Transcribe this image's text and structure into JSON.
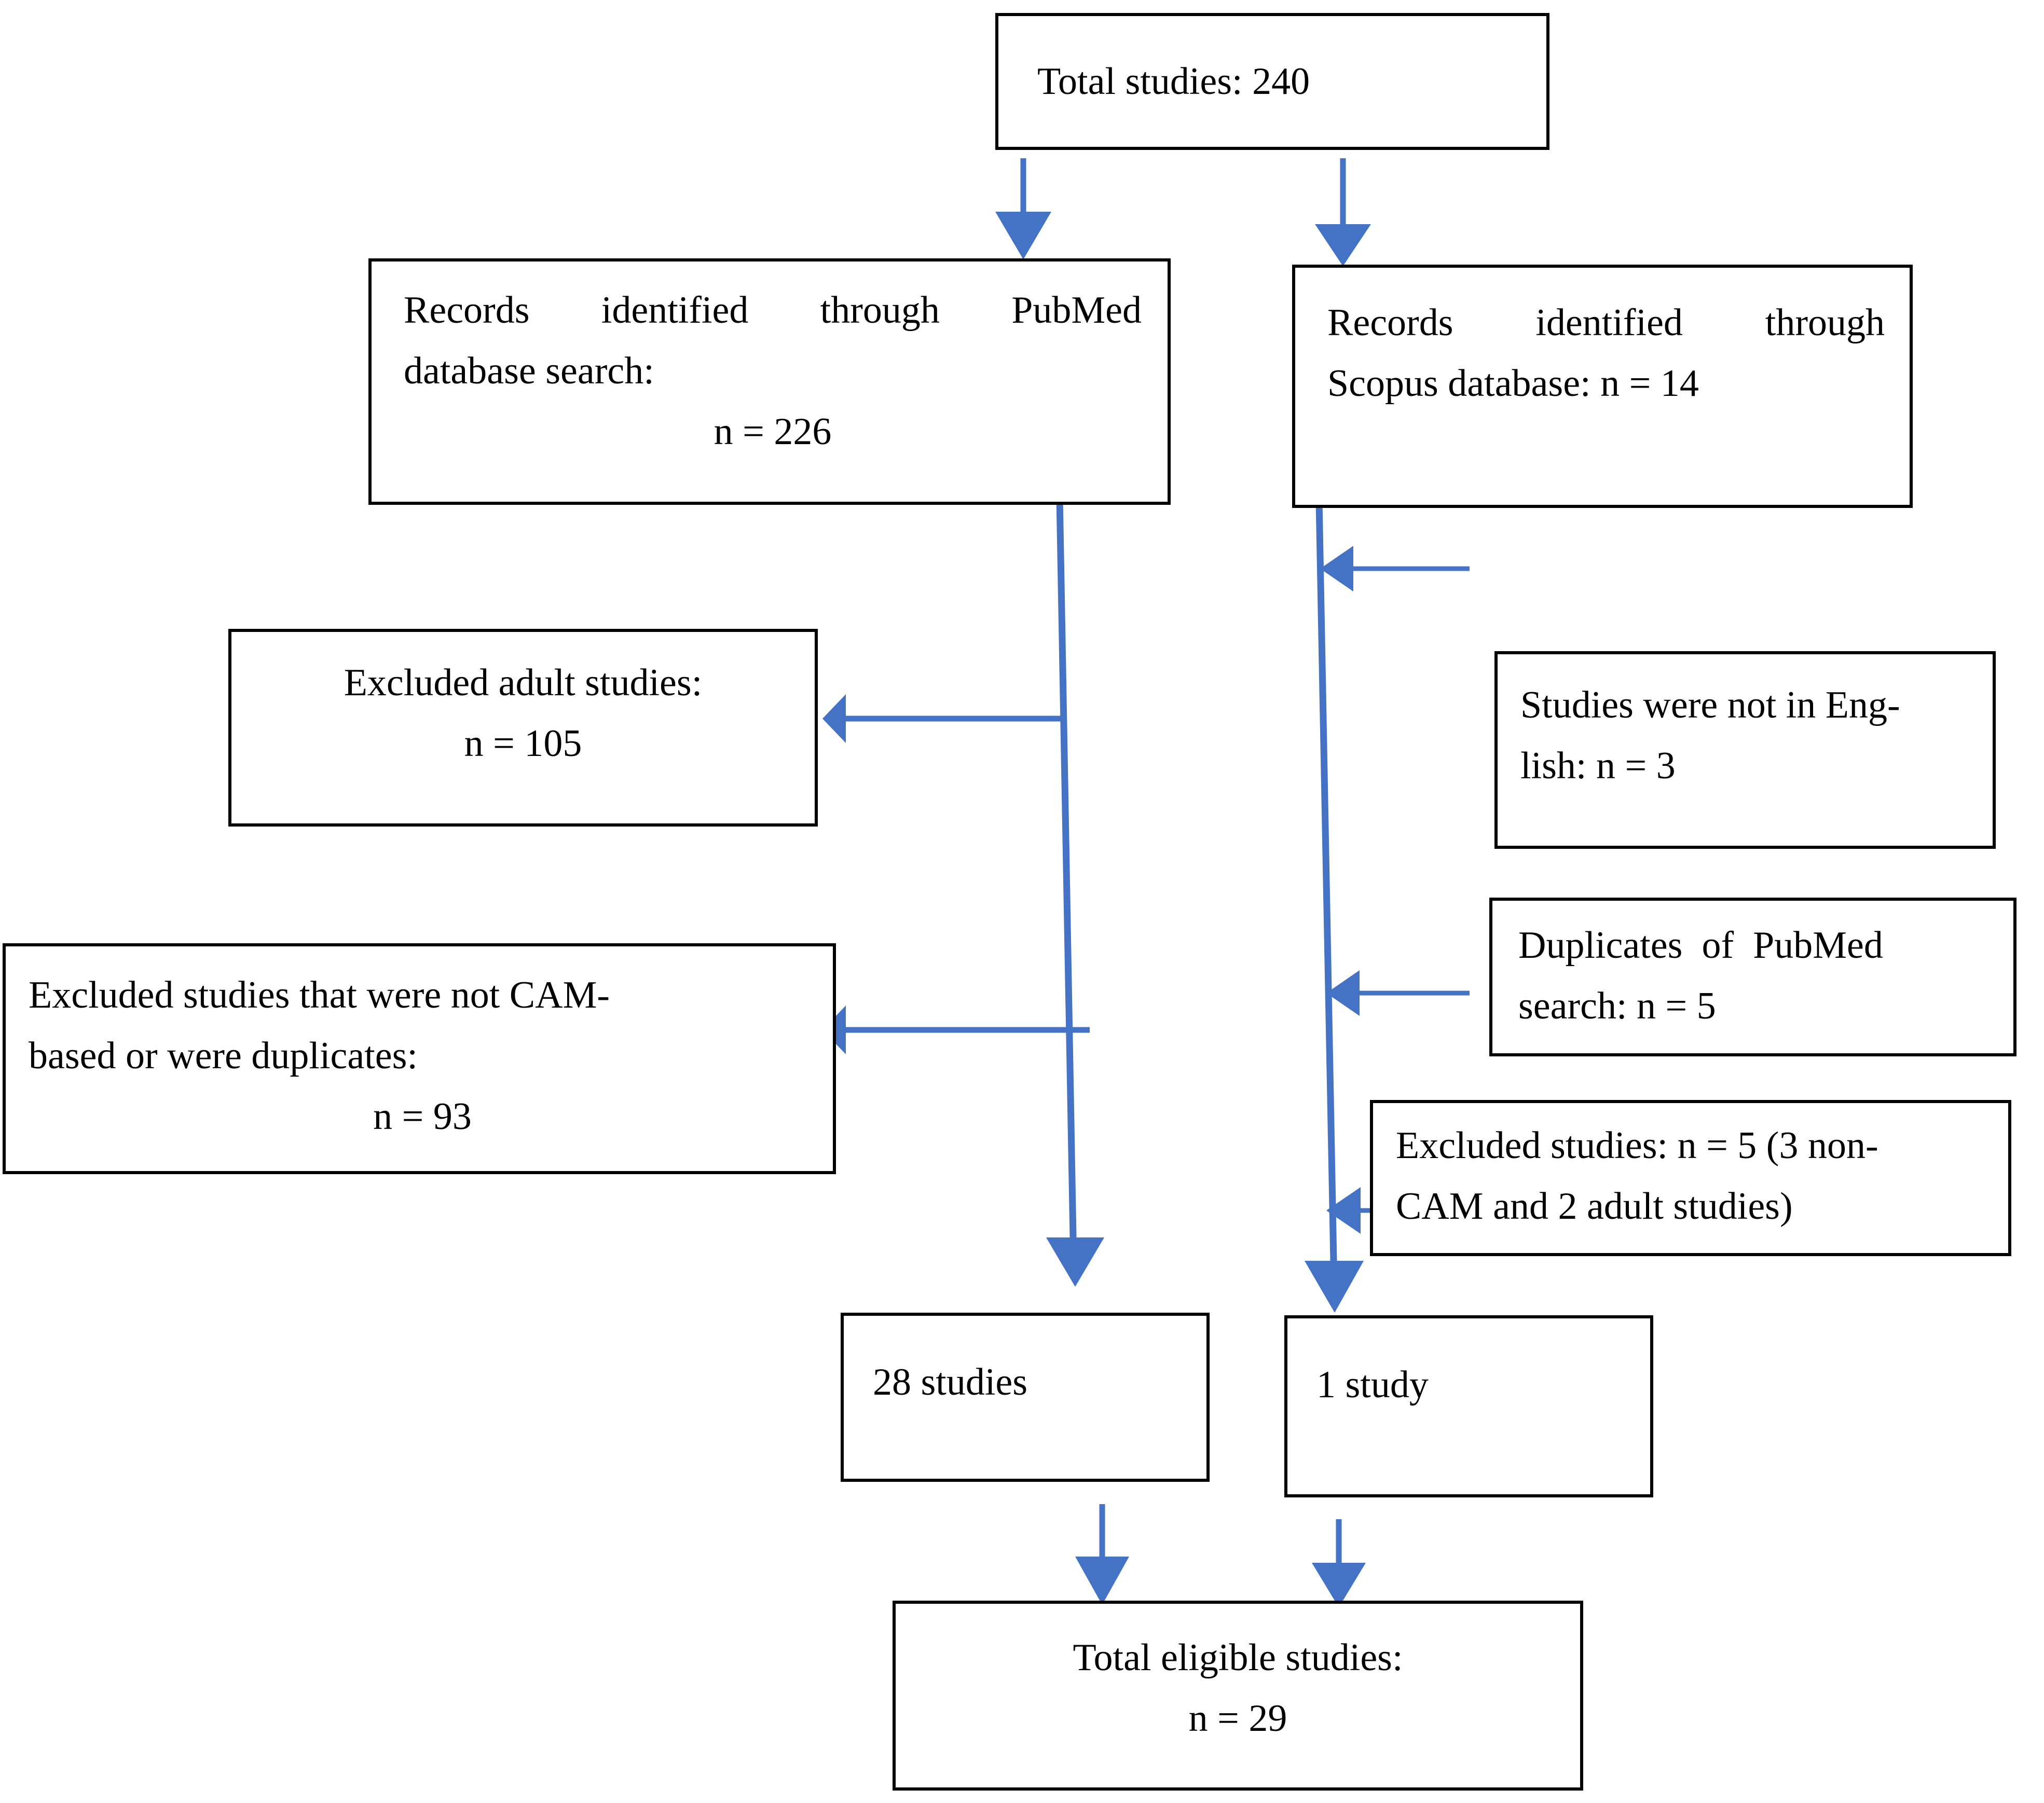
{
  "figure": {
    "type": "prisma-flow-diagram",
    "title": "Study selection flow",
    "accent_color": "#4472C4",
    "box_border_color": "#000000",
    "background_color": "#FFFFFF"
  },
  "nodes": {
    "total_studies": {
      "label": "Total studies: 240",
      "count": 240
    },
    "pubmed_records": {
      "line1": "Records identified through PubMed",
      "line2": "database search:",
      "line3": "n = 226",
      "count": 226
    },
    "scopus_records": {
      "line1": "Records identified through",
      "line2": "Scopus database: n = 14",
      "count": 14
    },
    "excluded_adult": {
      "line1": "Excluded adult studies:",
      "line2": "n = 105",
      "count": 105
    },
    "not_english": {
      "line1": "Studies were not in Eng-",
      "line2": "lish: n = 3",
      "count": 3
    },
    "excluded_cam": {
      "line1": "Excluded studies that were not CAM-",
      "line2": "based or were duplicates:",
      "line3": "n = 93",
      "count": 93
    },
    "duplicates_pubmed": {
      "line1": "Duplicates  of  PubMed",
      "line2": "search: n = 5",
      "count": 5
    },
    "excluded_five": {
      "line1": "Excluded studies: n = 5 (3 non-",
      "line2": "CAM and 2 adult studies)",
      "count": 5
    },
    "pubmed_result": {
      "label": "28 studies",
      "count": 28
    },
    "scopus_result": {
      "label": "1 study",
      "count": 1
    },
    "total_eligible": {
      "line1": "Total eligible studies:",
      "line2": "n = 29",
      "count": 29
    }
  },
  "chart_data": {
    "type": "diagram",
    "title": "Study selection flow",
    "stages": [
      {
        "id": "total_studies",
        "label": "Total studies: 240",
        "value": 240
      },
      {
        "id": "pubmed_records",
        "label": "Records identified through PubMed database search: n = 226",
        "value": 226
      },
      {
        "id": "scopus_records",
        "label": "Records identified through Scopus database: n = 14",
        "value": 14
      },
      {
        "id": "excluded_adult",
        "label": "Excluded adult studies: n = 105",
        "value": 105
      },
      {
        "id": "not_english",
        "label": "Studies were not in English: n = 3",
        "value": 3
      },
      {
        "id": "excluded_cam",
        "label": "Excluded studies that were not CAM-based or were duplicates: n = 93",
        "value": 93
      },
      {
        "id": "duplicates_pubmed",
        "label": "Duplicates of PubMed search: n = 5",
        "value": 5
      },
      {
        "id": "excluded_five",
        "label": "Excluded studies: n = 5 (3 non-CAM and 2 adult studies)",
        "value": 5
      },
      {
        "id": "pubmed_result",
        "label": "28 studies",
        "value": 28
      },
      {
        "id": "scopus_result",
        "label": "1 study",
        "value": 1
      },
      {
        "id": "total_eligible",
        "label": "Total eligible studies: n = 29",
        "value": 29
      }
    ],
    "edges": [
      {
        "from": "total_studies",
        "to": "pubmed_records",
        "kind": "down"
      },
      {
        "from": "total_studies",
        "to": "scopus_records",
        "kind": "down"
      },
      {
        "from": "pubmed_records",
        "to": "excluded_adult",
        "kind": "left"
      },
      {
        "from": "pubmed_records",
        "to": "excluded_cam",
        "kind": "left"
      },
      {
        "from": "pubmed_records",
        "to": "pubmed_result",
        "kind": "down"
      },
      {
        "from": "not_english",
        "to": "scopus_records",
        "kind": "left"
      },
      {
        "from": "duplicates_pubmed",
        "to": "scopus_records",
        "kind": "left"
      },
      {
        "from": "excluded_five",
        "to": "scopus_records",
        "kind": "left"
      },
      {
        "from": "scopus_records",
        "to": "scopus_result",
        "kind": "down"
      },
      {
        "from": "pubmed_result",
        "to": "total_eligible",
        "kind": "down"
      },
      {
        "from": "scopus_result",
        "to": "total_eligible",
        "kind": "down"
      }
    ]
  }
}
